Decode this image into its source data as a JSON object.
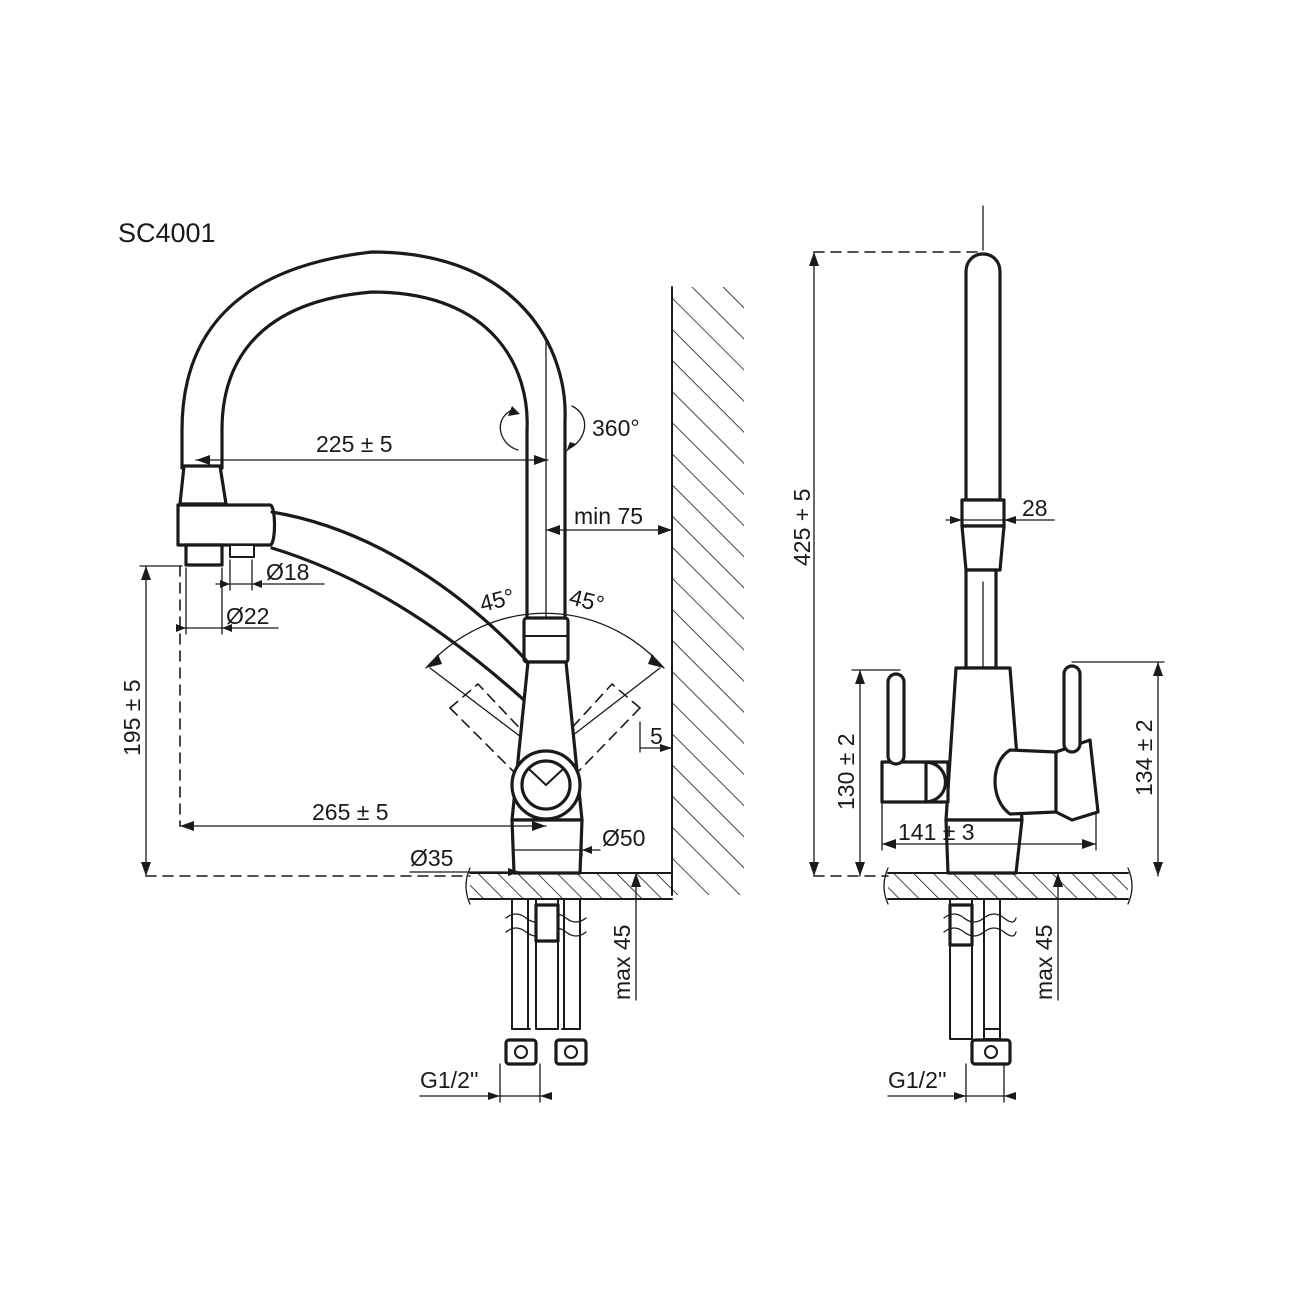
{
  "model": "SC4001",
  "front_view": {
    "rotation": "360°",
    "spout_reach": "225 ± 5",
    "wall_clearance": "min 75",
    "outlet_small_diameter": "Ø18",
    "outlet_large_diameter": "Ø22",
    "angle_left": "45°",
    "angle_right": "45°",
    "lever_offset": "5",
    "outlet_height": "195 ± 5",
    "total_reach": "265 ± 5",
    "body_diameter": "Ø50",
    "base_diameter": "Ø35",
    "max_countertop": "max 45",
    "connection": "G1/2''"
  },
  "side_view": {
    "total_height": "425 + 5",
    "spout_diameter": "28",
    "left_handle_height": "130 ± 2",
    "right_handle_height": "134 ± 2",
    "handle_span": "141 ± 3",
    "max_countertop": "max 45",
    "connection": "G1/2''"
  }
}
